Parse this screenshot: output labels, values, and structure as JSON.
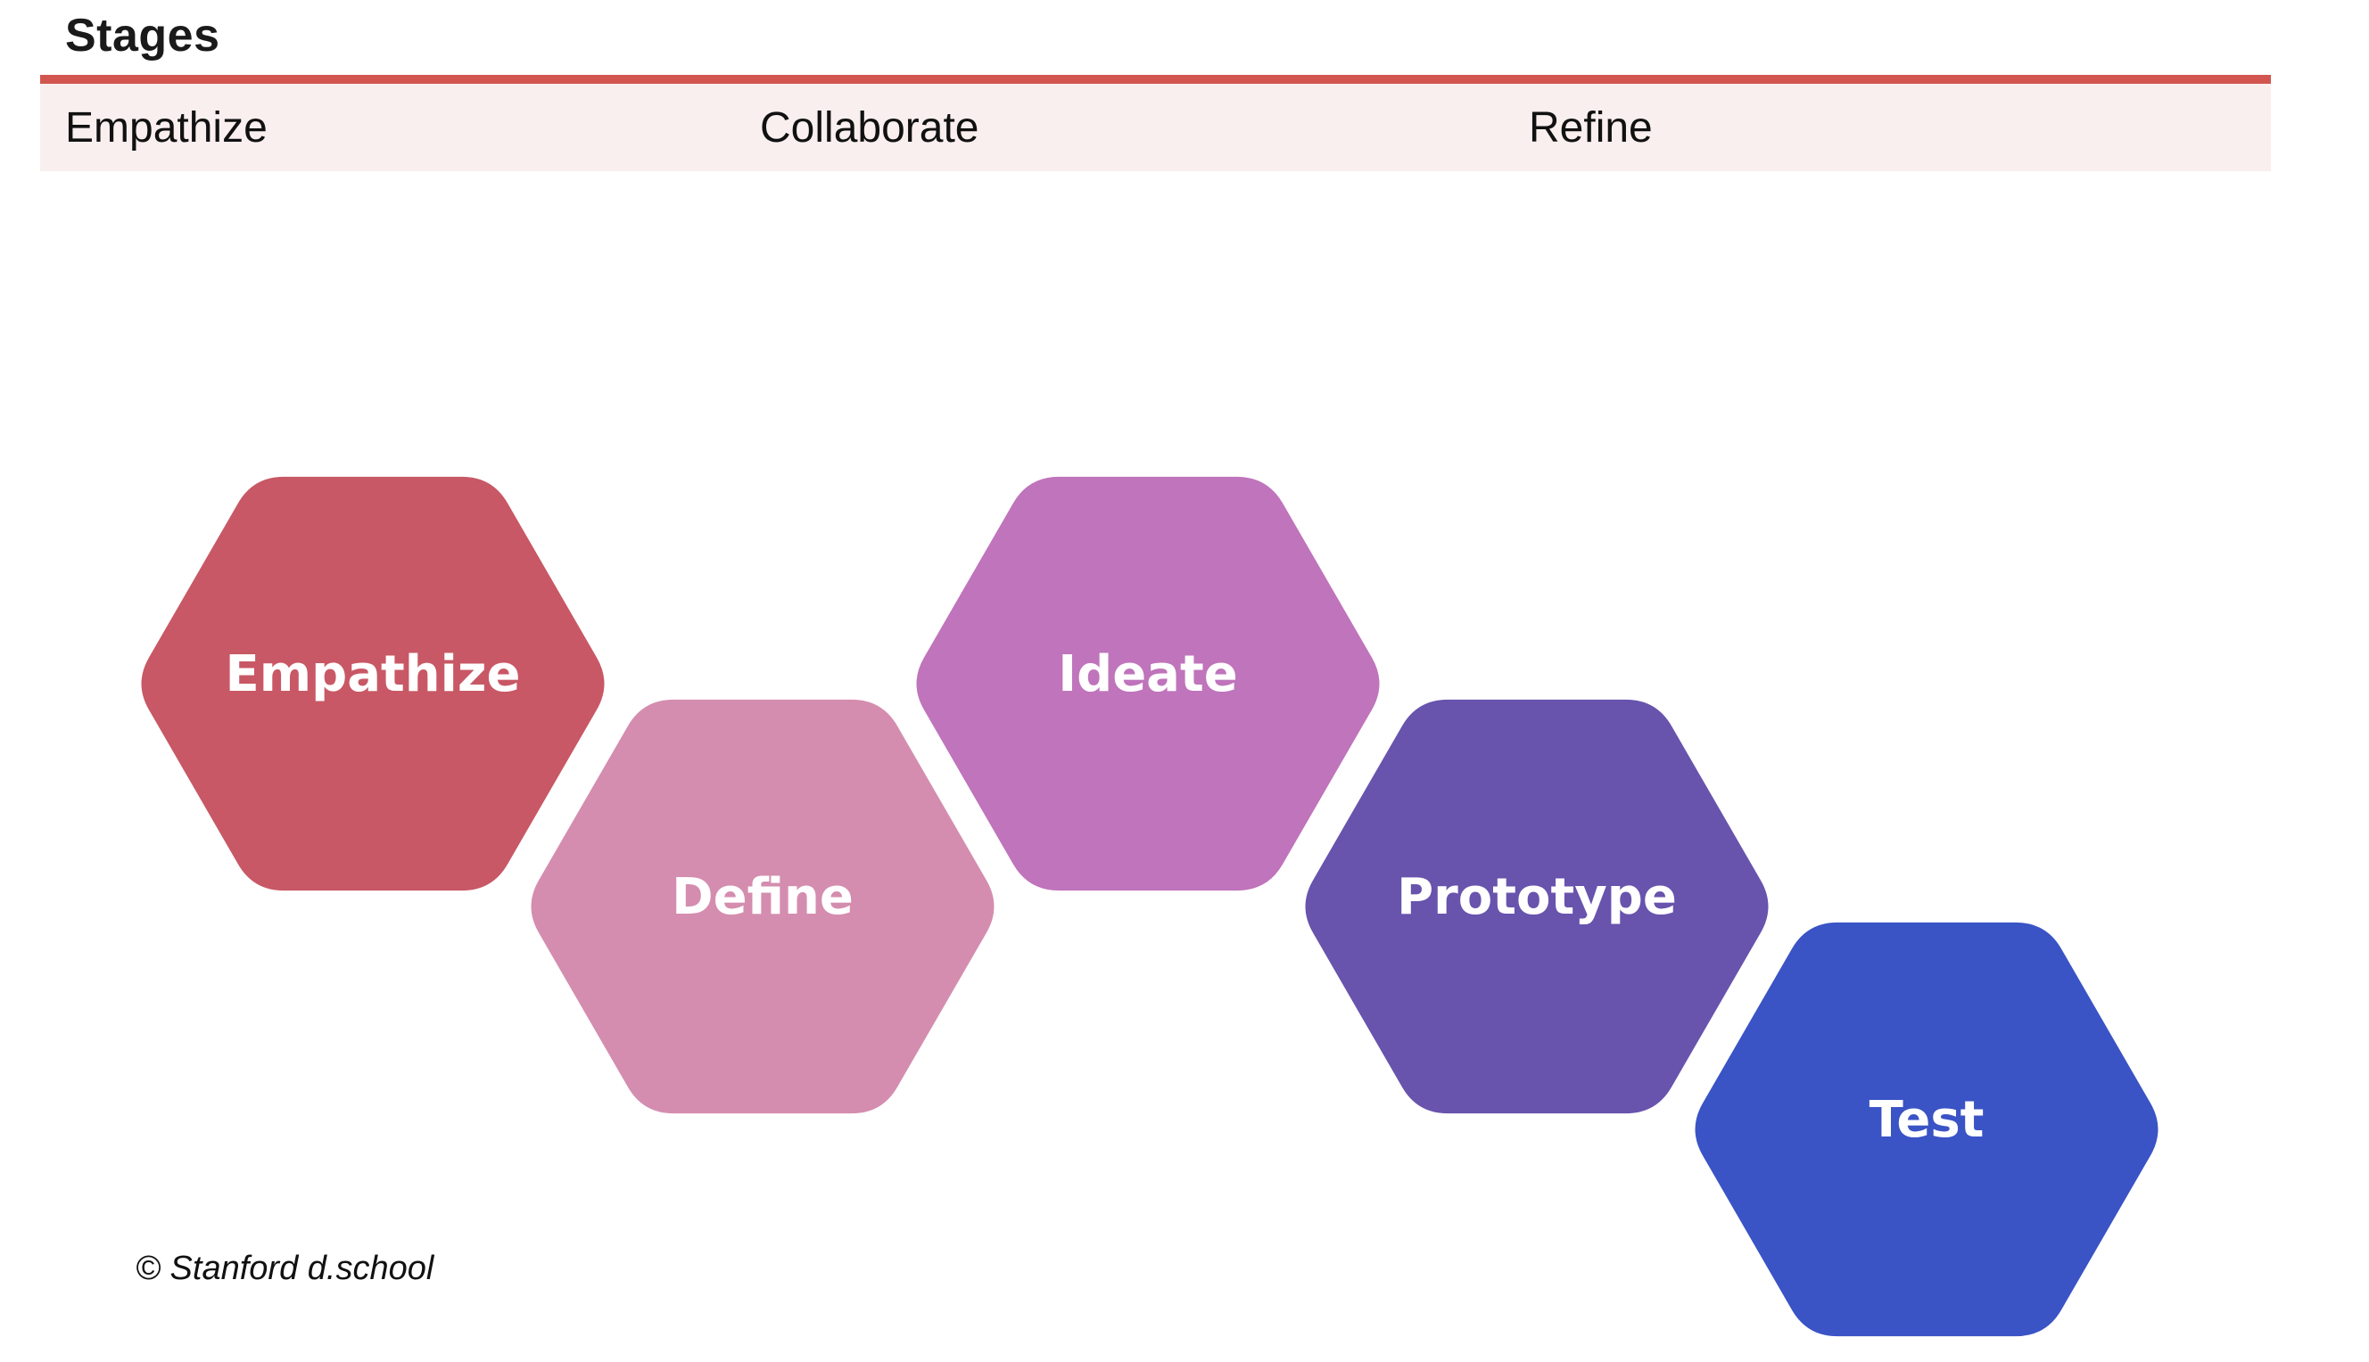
{
  "header": {
    "title": "Stages",
    "rule_color": "#d2564f",
    "band_color": "#f9efee"
  },
  "stages": [
    {
      "label": "Empathize"
    },
    {
      "label": "Collaborate"
    },
    {
      "label": "Refine"
    }
  ],
  "phases": [
    {
      "label": "Empathize",
      "color": "#c85865"
    },
    {
      "label": "Define",
      "color": "#d48daf"
    },
    {
      "label": "Ideate",
      "color": "#bf74bb"
    },
    {
      "label": "Prototype",
      "color": "#6853ad"
    },
    {
      "label": "Test",
      "color": "#3a53c5"
    }
  ],
  "footer": {
    "credit": "© Stanford d.school"
  }
}
